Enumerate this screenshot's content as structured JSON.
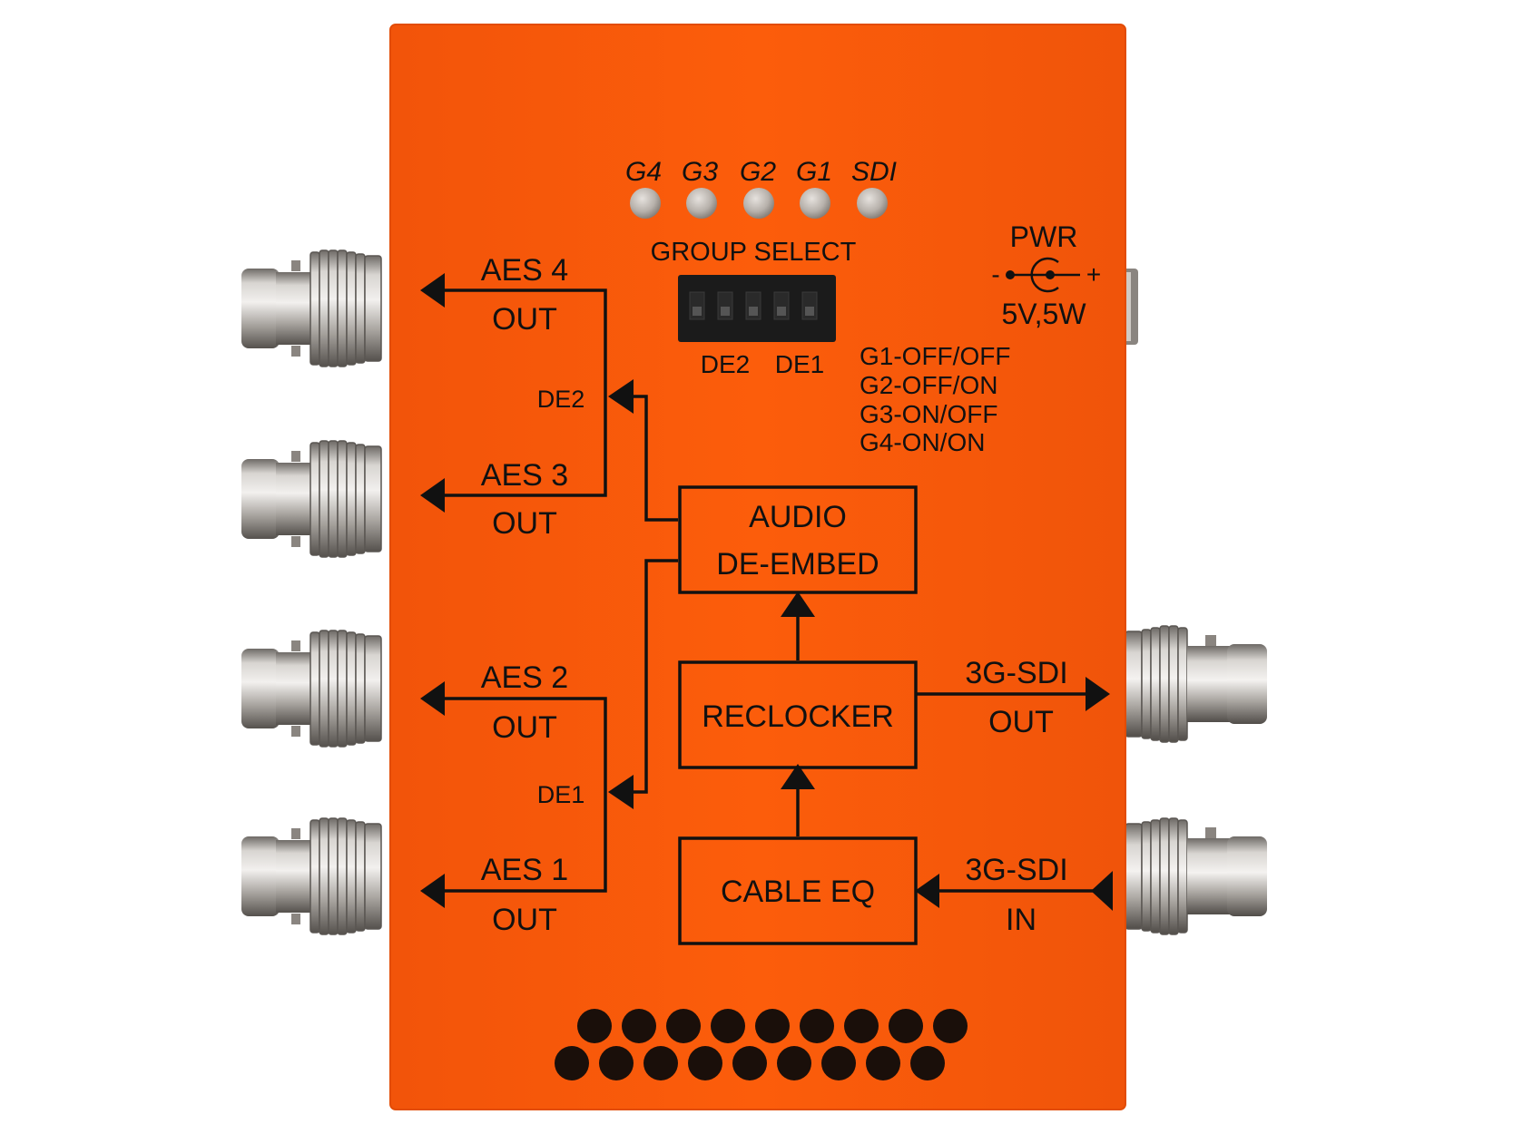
{
  "colors": {
    "panel": "#fa5a0a",
    "panel_edge": "#e24c05",
    "ink": "#111111",
    "led": "#b9b3ae",
    "metal": "#c9c6c1",
    "metal_dark": "#6f6b66"
  },
  "leds": {
    "labels": [
      "G4",
      "G3",
      "G2",
      "G1",
      "SDI"
    ]
  },
  "group_select": {
    "title": "GROUP SELECT",
    "switch_labels": [
      "DE2",
      "DE1"
    ],
    "modes": [
      "G1-OFF/OFF",
      "G2-OFF/ON",
      "G3-ON/OFF",
      "G4-ON/ON"
    ]
  },
  "power": {
    "title": "PWR",
    "minus": "-",
    "plus": "+",
    "rating": "5V,5W",
    "connector_icon": "dc-barrel-polarity-icon"
  },
  "outputs": {
    "aes4": {
      "name": "AES 4",
      "dir": "OUT"
    },
    "aes3": {
      "name": "AES 3",
      "dir": "OUT"
    },
    "aes2": {
      "name": "AES 2",
      "dir": "OUT"
    },
    "aes1": {
      "name": "AES 1",
      "dir": "OUT"
    },
    "de2": "DE2",
    "de1": "DE1"
  },
  "blocks": {
    "deembed_line1": "AUDIO",
    "deembed_line2": "DE-EMBED",
    "reclocker": "RECLOCKER",
    "cable_eq": "CABLE EQ"
  },
  "sdi": {
    "out_name": "3G-SDI",
    "out_dir": "OUT",
    "in_name": "3G-SDI",
    "in_dir": "IN"
  },
  "connectors": {
    "left_count": 4,
    "right_count": 2,
    "icon": "bnc-connector-icon"
  },
  "vents": {
    "icon": "vent-hole-icon"
  }
}
